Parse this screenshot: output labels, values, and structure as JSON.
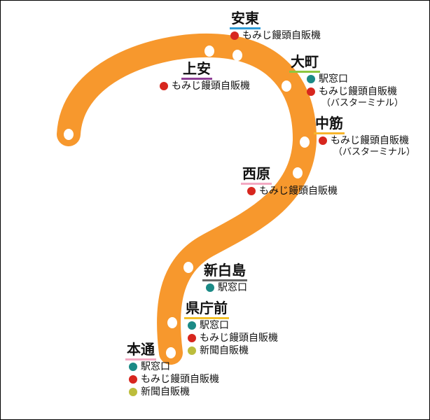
{
  "colors": {
    "line": "#f7982d",
    "ticket_window": "#1b8a86",
    "vending_machine": "#d7261e",
    "newspaper_vending": "#bcbd3c"
  },
  "stations": [
    {
      "key": "anhigashi",
      "name": "安東",
      "underline": "#2f9bd6",
      "items": [
        {
          "type": "vending_machine",
          "label": "もみじ饅頭自販機"
        }
      ]
    },
    {
      "key": "oomachi",
      "name": "大町",
      "underline": "#8dc63f",
      "items": [
        {
          "type": "ticket_window",
          "label": "駅窓口"
        },
        {
          "type": "vending_machine",
          "label": "もみじ饅頭自販機",
          "note": "（バスターミナル）"
        }
      ]
    },
    {
      "key": "kamiyasu",
      "name": "上安",
      "underline": "#8e3f96",
      "items": [
        {
          "type": "vending_machine",
          "label": "もみじ饅頭自販機"
        }
      ]
    },
    {
      "key": "nakasuji",
      "name": "中筋",
      "underline": "#f7b52d",
      "items": [
        {
          "type": "vending_machine",
          "label": "もみじ饅頭自販機",
          "note": "（バスターミナル）"
        }
      ]
    },
    {
      "key": "nishihara",
      "name": "西原",
      "underline": "#f3a8c2",
      "items": [
        {
          "type": "vending_machine",
          "label": "もみじ饅頭自販機"
        }
      ]
    },
    {
      "key": "shinhakushima",
      "name": "新白島",
      "underline": "#666666",
      "items": [
        {
          "type": "ticket_window",
          "label": "駅窓口"
        }
      ]
    },
    {
      "key": "kenchomae",
      "name": "県庁前",
      "underline": "#f2c029",
      "items": [
        {
          "type": "ticket_window",
          "label": "駅窓口"
        },
        {
          "type": "vending_machine",
          "label": "もみじ饅頭自販機"
        },
        {
          "type": "newspaper_vending",
          "label": "新聞自販機"
        }
      ]
    },
    {
      "key": "hondori",
      "name": "本通",
      "underline": "#f3a8c2",
      "items": [
        {
          "type": "ticket_window",
          "label": "駅窓口"
        },
        {
          "type": "vending_machine",
          "label": "もみじ饅頭自販機"
        },
        {
          "type": "newspaper_vending",
          "label": "新聞自販機"
        }
      ]
    }
  ]
}
